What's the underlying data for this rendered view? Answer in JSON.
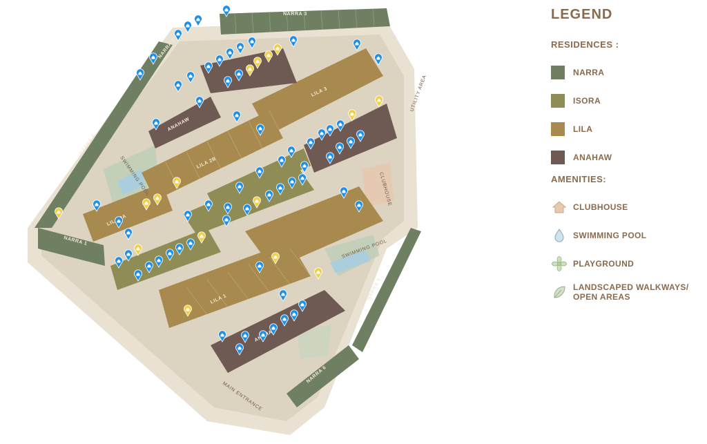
{
  "legend": {
    "title": "LEGEND",
    "residences_heading": "RESIDENCES :",
    "residences": [
      {
        "label": "NARRA",
        "color": "#6f7f62"
      },
      {
        "label": "ISORA",
        "color": "#8f8c55"
      },
      {
        "label": "LILA",
        "color": "#a88a4e"
      },
      {
        "label": "ANAHAW",
        "color": "#6e5a52"
      }
    ],
    "amenities_heading": "AMENITIES:",
    "amenities": [
      {
        "label": "CLUBHOUSE",
        "icon": "house-icon"
      },
      {
        "label": "SWIMMING POOL",
        "icon": "water-drop-icon"
      },
      {
        "label": "PLAYGROUND",
        "icon": "flower-icon"
      },
      {
        "label": "LANDSCAPED WALKWAYS/ OPEN AREAS",
        "icon": "leaf-icon"
      }
    ]
  },
  "map": {
    "block_labels": [
      "NARRA 3",
      "NARRA 2",
      "NARRA 4",
      "NARRA 1",
      "NARRA 5",
      "NARRA 6",
      "LILA 3",
      "LILA 2B",
      "LILA 2A",
      "LILA 1",
      "ANAHAW",
      "ANAHAW"
    ],
    "amenity_labels": [
      "SWIMMING POOL",
      "CLUBHOUSE",
      "SWIMMING POOL"
    ],
    "road_labels": [
      "MAIN ENTRANCE",
      "UTILITY AREA"
    ],
    "marker_colors": {
      "available": "#1e90e8",
      "reserved": "#f2cf45"
    }
  }
}
